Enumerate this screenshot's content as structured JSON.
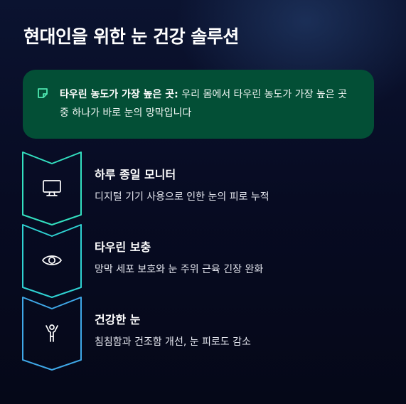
{
  "title": "현대인을 위한 눈 건강 솔루션",
  "callout": {
    "icon": "note-icon",
    "bold": "타우린 농도가 가장 높은 곳:",
    "text": " 우리 몸에서 타우린 농도가 가장 높은 곳 중 하나가 바로 눈의 망막입니다"
  },
  "steps": [
    {
      "icon": "monitor-icon",
      "title": "하루 종일 모니터",
      "desc": "디지털 기기 사용으로 인한 눈의 피로 누적",
      "color": "#33e0c0"
    },
    {
      "icon": "eye-icon",
      "title": "타우린 보충",
      "desc": "망막 세포 보호와 눈 주위 근육 긴장 완화",
      "color": "#2fd2d2"
    },
    {
      "icon": "person-cheer-icon",
      "title": "건강한 눈",
      "desc": "침침함과 건조함 개선, 눈 피로도 감소",
      "color": "#3fa8e8"
    }
  ]
}
